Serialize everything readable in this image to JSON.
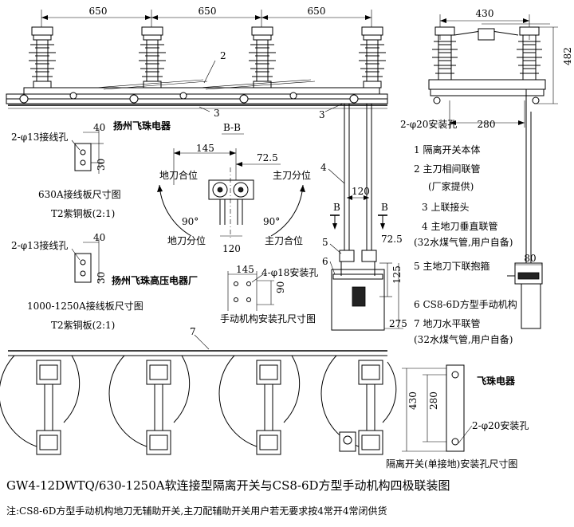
{
  "dimensions": {
    "top_spacing": [
      "650",
      "650",
      "650"
    ],
    "side_width": "430",
    "side_height": "482",
    "mount_hole_top": "2-φ20安装孔",
    "mount_spacing": "280",
    "bb_145": "145",
    "bb_72_5": "72.5",
    "bb_120": "120",
    "v_120": "120",
    "v_125": "125",
    "v_275": "275",
    "v_72_5": "72.5",
    "v_80": "80",
    "bot_145": "145",
    "bot_holes": "4-φ18安装孔",
    "bot_90": "90",
    "plate_40a": "40",
    "plate_30a": "30",
    "plate_40b": "40",
    "plate_30b": "30",
    "right_430": "430",
    "right_280": "280",
    "right_hole": "2-φ20安装孔"
  },
  "labels": {
    "hole13_a": "2-φ13接线孔",
    "hole13_b": "2-φ13接线孔",
    "brand_1": "扬州飞珠电器",
    "brand_2": "扬州飞珠高压电器厂",
    "brand_3": "飞珠电器",
    "plate630": "630A接线板尺寸图",
    "copper_a": "T2紫铜板(2:1)",
    "plate1000": "1000-1250A接线板尺寸图",
    "copper_b": "T2紫铜板(2:1)",
    "bb": "B-B",
    "b_left": "B",
    "b_right": "B",
    "earth_close": "地刀合位",
    "main_open_top": "主刀分位",
    "earth_open": "地刀分位",
    "main_close": "主刀合位",
    "deg_left": "90°",
    "deg_right": "90°",
    "mech_holes": "手动机构安装孔尺寸图",
    "switch_holes": "隔离开关(单接地)安装孔尺寸图",
    "title": "GW4-12DWTQ/630-1250A软连接型隔离开关与CS8-6D方型手动机构四极联装图",
    "note": "注:CS8-6D方型手动机构地刀无辅助开关,主刀配辅助开关用户若无要求按4常开4常闭供货"
  },
  "callouts": [
    "2",
    "3",
    "3",
    "4",
    "5",
    "6",
    "7"
  ],
  "legend": [
    "1 隔离开关本体",
    "2 主刀相间联管",
    "(厂家提供)",
    "3 上联接头",
    "4 主地刀垂直联管",
    "(32水煤气管,用户自备)",
    "5 主地刀下联抱箍",
    "6 CS8-6D方型手动机构",
    "7 地刀水平联管",
    "(32水煤气管,用户自备)"
  ]
}
